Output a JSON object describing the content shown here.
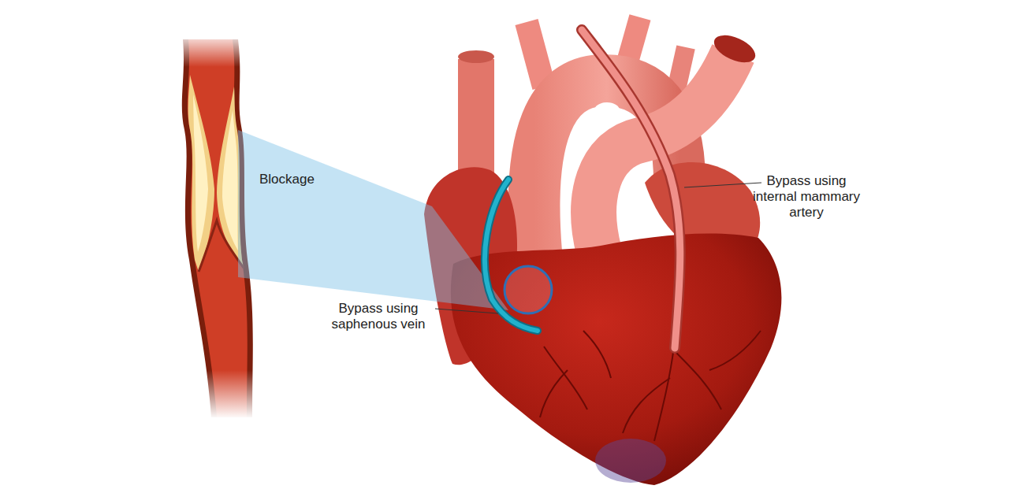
{
  "diagram": {
    "labels": [
      "Blockage",
      "Bypass using saphenous vein",
      "Bypass using internal mammary artery"
    ]
  }
}
